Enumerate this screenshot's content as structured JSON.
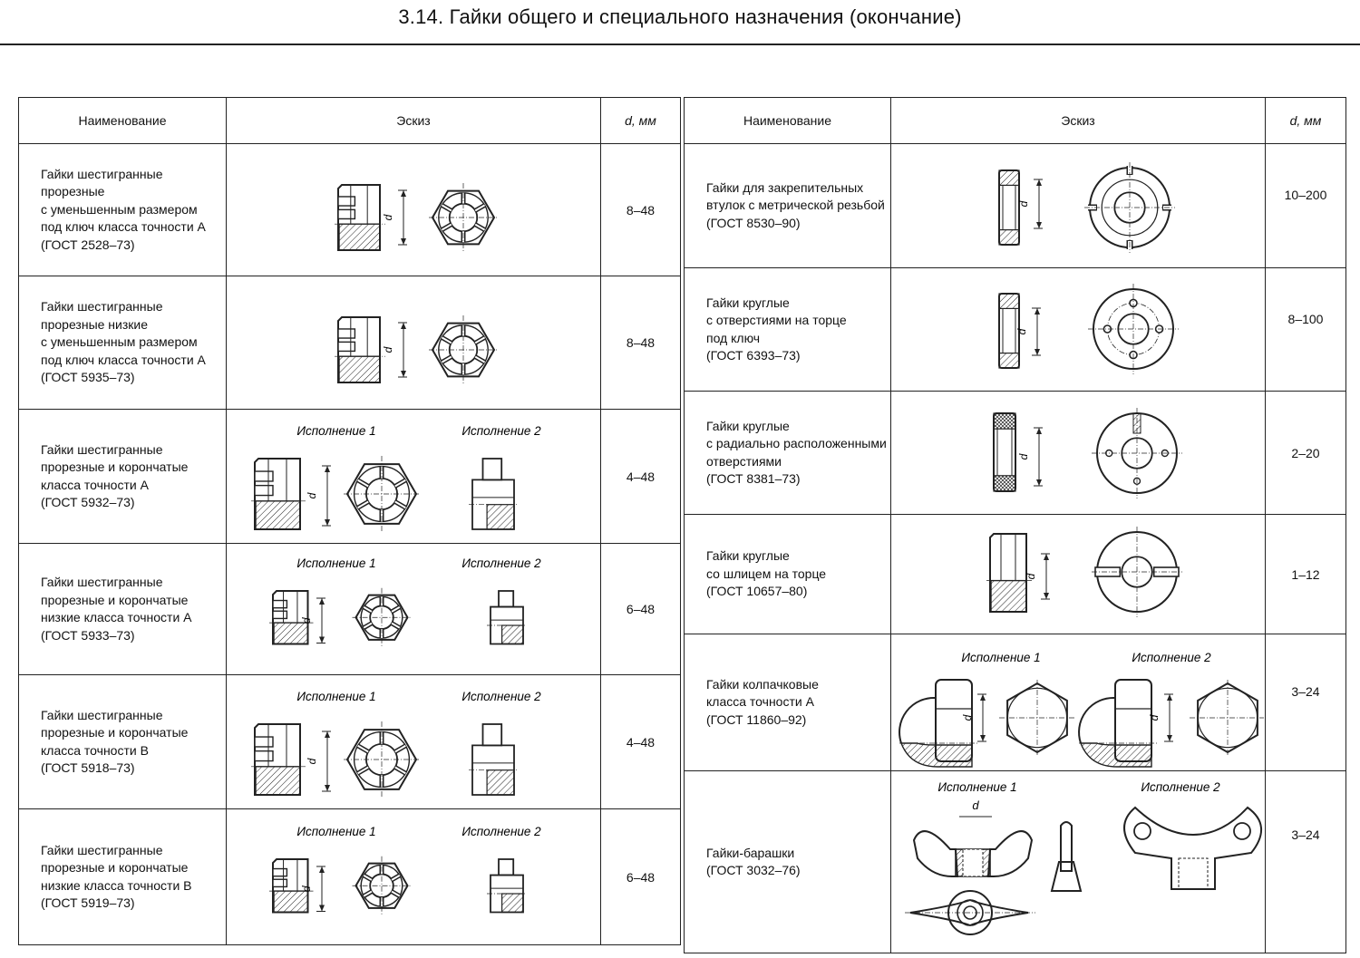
{
  "page": {
    "title": "3.14.  Гайки общего и специального назначения (окончание)"
  },
  "left": {
    "headers": {
      "name": "Наименование",
      "sketch": "Эскиз",
      "d": "d, мм"
    },
    "rows": [
      {
        "name": "Гайки шестигранные\nпрорезные\nс уменьшенным размером\nпод ключ класса точности А\n(ГОСТ 2528–73)",
        "range": "8–48",
        "labels": []
      },
      {
        "name": "Гайки шестигранные\nпрорезные низкие\nс уменьшенным размером\nпод ключ класса точности А\n(ГОСТ 5935–73)",
        "range": "8–48",
        "labels": []
      },
      {
        "name": "Гайки шестигранные\nпрорезные и корончатые\nкласса точности А\n(ГОСТ 5932–73)",
        "range": "4–48",
        "labels": [
          "Исполнение 1",
          "Исполнение 2"
        ]
      },
      {
        "name": "Гайки шестигранные\nпрорезные и корончатые\nнизкие класса точности А\n(ГОСТ 5933–73)",
        "range": "6–48",
        "labels": [
          "Исполнение 1",
          "Исполнение 2"
        ]
      },
      {
        "name": "Гайки шестигранные\nпрорезные и корончатые\nкласса точности В\n(ГОСТ 5918–73)",
        "range": "4–48",
        "labels": [
          "Исполнение 1",
          "Исполнение 2"
        ]
      },
      {
        "name": "Гайки шестигранные\nпрорезные и корончатые\nнизкие класса точности В\n(ГОСТ 5919–73)",
        "range": "6–48",
        "labels": [
          "Исполнение 1",
          "Исполнение 2"
        ]
      }
    ]
  },
  "right": {
    "headers": {
      "name": "Наименование",
      "sketch": "Эскиз",
      "d": "d, мм"
    },
    "rows": [
      {
        "name": "Гайки для закрепительных\nвтулок с метрической резьбой\n(ГОСТ 8530–90)",
        "range": "10–200",
        "labels": []
      },
      {
        "name": "Гайки круглые\nс отверстиями на торце\nпод ключ\n(ГОСТ 6393–73)",
        "range": "8–100",
        "labels": []
      },
      {
        "name": "Гайки круглые\nс радиально расположенными\nотверстиями\n(ГОСТ 8381–73)",
        "range": "2–20",
        "labels": []
      },
      {
        "name": "Гайки круглые\nсо шлицем на торце\n(ГОСТ 10657–80)",
        "range": "1–12",
        "labels": []
      },
      {
        "name": "Гайки колпачковые\nкласса точности А\n(ГОСТ 11860–92)",
        "range": "3–24",
        "labels": [
          "Исполнение 1",
          "Исполнение 2"
        ]
      },
      {
        "name": "Гайки-барашки\n(ГОСТ 3032–76)",
        "range": "3–24",
        "labels": [
          "Исполнение 1",
          "Исполнение 2"
        ]
      }
    ]
  },
  "dim_label": "d"
}
